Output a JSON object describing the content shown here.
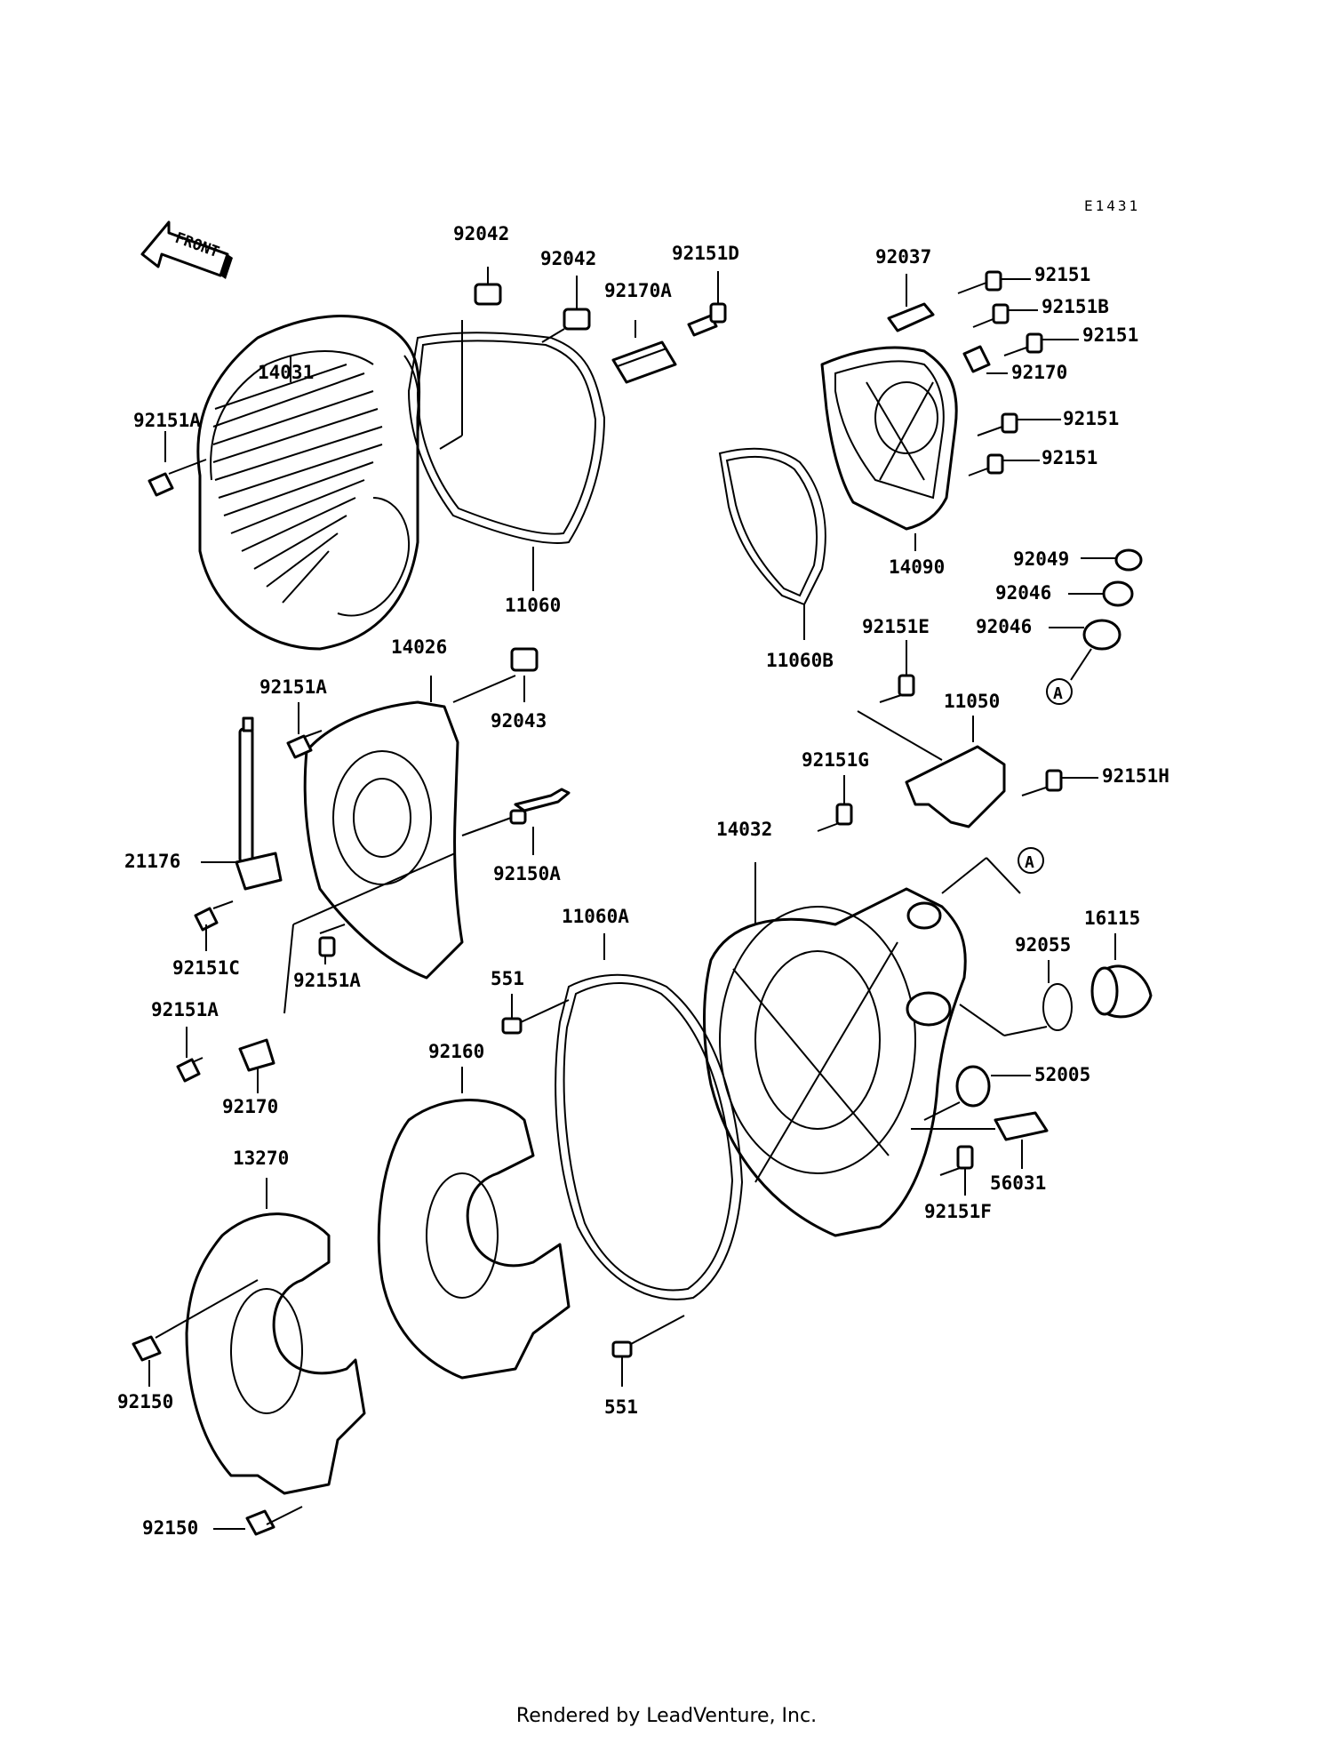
{
  "diagram_code": "E1431",
  "direction_label": "FRONT",
  "footer": "Rendered by LeadVenture, Inc.",
  "labels": {
    "92042_a": "92042",
    "92042_b": "92042",
    "92151D": "92151D",
    "92170A": "92170A",
    "92037": "92037",
    "92151_1": "92151",
    "92151B": "92151B",
    "92151_2": "92151",
    "92170_top": "92170",
    "92151_3": "92151",
    "92151_4": "92151",
    "14031": "14031",
    "92151A_1": "92151A",
    "11060": "11060",
    "14090": "14090",
    "92049": "92049",
    "92046_1": "92046",
    "92046_2": "92046",
    "14026": "14026",
    "92151A_2": "92151A",
    "92043": "92043",
    "11060B": "11060B",
    "92151E": "92151E",
    "11050": "11050",
    "92151G": "92151G",
    "92151H": "92151H",
    "21176": "21176",
    "92150A": "92150A",
    "14032": "14032",
    "A_1": "A",
    "A_2": "A",
    "16115": "16115",
    "92055": "92055",
    "11060A": "11060A",
    "92151C": "92151C",
    "92151A_3": "92151A",
    "551_1": "551",
    "92151A_4": "92151A",
    "92160": "92160",
    "52005": "52005",
    "92170_low": "92170",
    "56031": "56031",
    "13270": "13270",
    "92151F": "92151F",
    "92150_1": "92150",
    "551_2": "551",
    "92150_2": "92150"
  }
}
